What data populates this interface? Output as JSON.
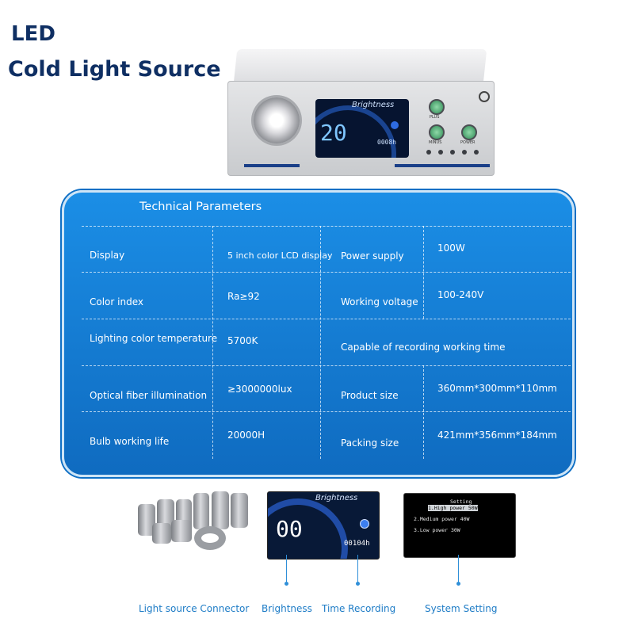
{
  "header": {
    "line1": "LED",
    "line2": "Cold Light Source"
  },
  "device": {
    "screen_label": "Brightness",
    "screen_value": "20",
    "screen_hours": "0008h",
    "buttons": [
      "PLUS",
      "MINUS",
      "POWER"
    ]
  },
  "panel": {
    "title": "Technical Parameters",
    "rows": [
      {
        "label": "Display",
        "value": "5 inch color LCD display",
        "label2": "Power supply",
        "value2": "100W"
      },
      {
        "label": "Color index",
        "value": "Ra≥92",
        "label2": "Working voltage",
        "value2": "100-240V"
      },
      {
        "label": "Lighting color temperature",
        "value": "5700K",
        "label2": "Capable of recording working time",
        "value2": ""
      },
      {
        "label": "Optical fiber illumination",
        "value": "≥3000000lux",
        "label2": "Product size",
        "value2": "360mm*300mm*110mm"
      },
      {
        "label": "Bulb working life",
        "value": "20000H",
        "label2": "Packing size",
        "value2": "421mm*356mm*184mm"
      }
    ]
  },
  "brightness_screen": {
    "label": "Brightness",
    "value": "00",
    "hours": "00104h"
  },
  "settings_screen": {
    "title": "Setting",
    "options": [
      "1.High power 50W",
      "2.Medium power 40W",
      "3.Low power 30W"
    ]
  },
  "captions": {
    "connector": "Light source Connector",
    "brightness": "Brightness",
    "time": "Time Recording",
    "system": "System Setting"
  },
  "colors": {
    "panel": "#1479cf",
    "title": "#0f2f63",
    "caption": "#1e7cc6"
  }
}
